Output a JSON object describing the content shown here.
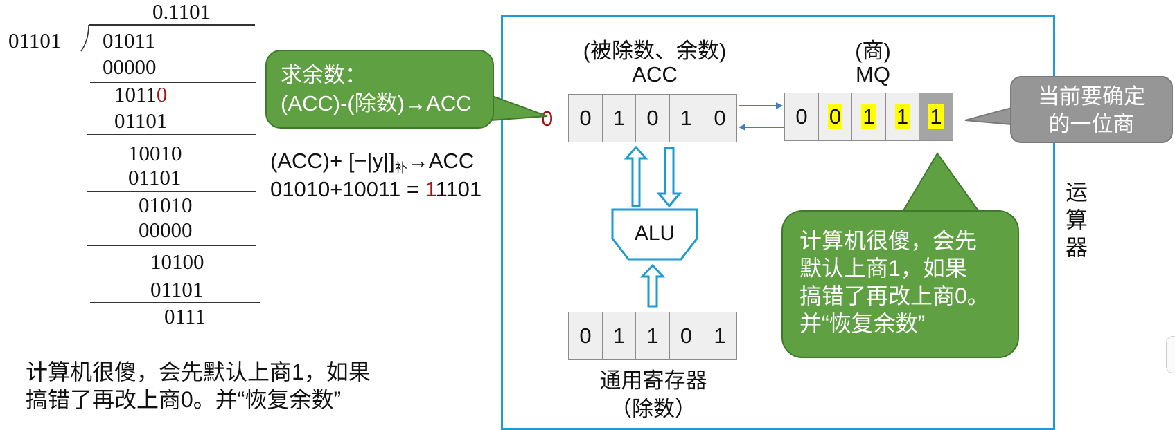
{
  "long_division": {
    "quotient": "0.1101",
    "divisor": "01101",
    "rows": [
      {
        "text": "01011",
        "red": ""
      },
      {
        "text": "00000",
        "red": ""
      },
      {
        "text": "1011",
        "red": "0"
      },
      {
        "text": "01101",
        "red": ""
      },
      {
        "text": "10010",
        "red": ""
      },
      {
        "text": "01101",
        "red": ""
      },
      {
        "text": "01010",
        "red": ""
      },
      {
        "text": "00000",
        "red": ""
      },
      {
        "text": "10100",
        "red": ""
      },
      {
        "text": "01101",
        "red": ""
      },
      {
        "text": "0111",
        "red": ""
      }
    ]
  },
  "bottom_note": {
    "line1": "计算机很傻，会先默认上商1，如果",
    "line2": "搞错了再改上商0。并“恢复余数”"
  },
  "remainder_callout": {
    "line1": "求余数：",
    "line2": "(ACC)-(除数)→ACC"
  },
  "formula": {
    "line1": "(ACC)+ [−|y|]补→ACC",
    "line2_prefix": "01010+10011 = ",
    "line2_red": "1",
    "line2_rest": "1101"
  },
  "acc": {
    "caption": "(被除数、余数)",
    "name": "ACC",
    "overflow_bit": "0",
    "bits": [
      "0",
      "1",
      "0",
      "1",
      "0"
    ]
  },
  "mq": {
    "caption": "(商)",
    "name": "MQ",
    "bits": [
      "0",
      "0",
      "1",
      "1",
      "1"
    ],
    "highlighted": [
      false,
      true,
      true,
      true,
      true
    ],
    "dark_last": true
  },
  "alu": {
    "label": "ALU"
  },
  "general_register": {
    "bits": [
      "0",
      "1",
      "1",
      "0",
      "1"
    ],
    "caption": "通用寄存器",
    "sub_caption": "（除数）"
  },
  "unit_label": [
    "运",
    "算",
    "器"
  ],
  "current_bit_callout": {
    "line1": "当前要确定",
    "line2": "的一位商"
  },
  "explain_callout": {
    "line1": "计算机很傻，会先",
    "line2": "默认上商1，如果",
    "line3": "搞错了再改上商0。",
    "line4": "并“恢复余数”"
  },
  "colors": {
    "unit_border": "#1e9bd3",
    "callout_green": "#5fa042",
    "callout_gray": "#969696",
    "highlight": "#ffff00",
    "red": "#a31515"
  }
}
